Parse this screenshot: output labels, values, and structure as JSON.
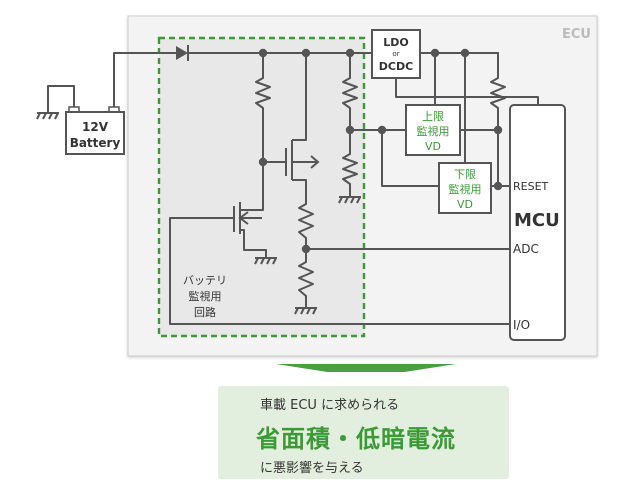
{
  "diagram": {
    "ecu_label": "ECU",
    "battery": [
      "12V",
      "Battery"
    ],
    "ldo": [
      "LDO",
      "or",
      "DCDC"
    ],
    "upper_vd": [
      "上限",
      "監視用",
      "VD"
    ],
    "lower_vd": [
      "下限",
      "監視用",
      "VD"
    ],
    "mcu": "MCU",
    "reset_pin": "RESET",
    "adc_pin": "ADC",
    "io_pin": "I/O",
    "monitor_circuit": [
      "バッテリ",
      "監視用",
      "回路"
    ]
  },
  "callout": {
    "line1": "車載 ECU に求められる",
    "title": "省面積・低暗電流",
    "line3": "に悪影響を与える"
  },
  "colors": {
    "green": "#3b9a36",
    "wire": "#555555",
    "panel": "#f3f3f3",
    "highlight": "#e8e8e8",
    "callout_bg": "#e3efde",
    "arrow": "#4a9e42"
  }
}
